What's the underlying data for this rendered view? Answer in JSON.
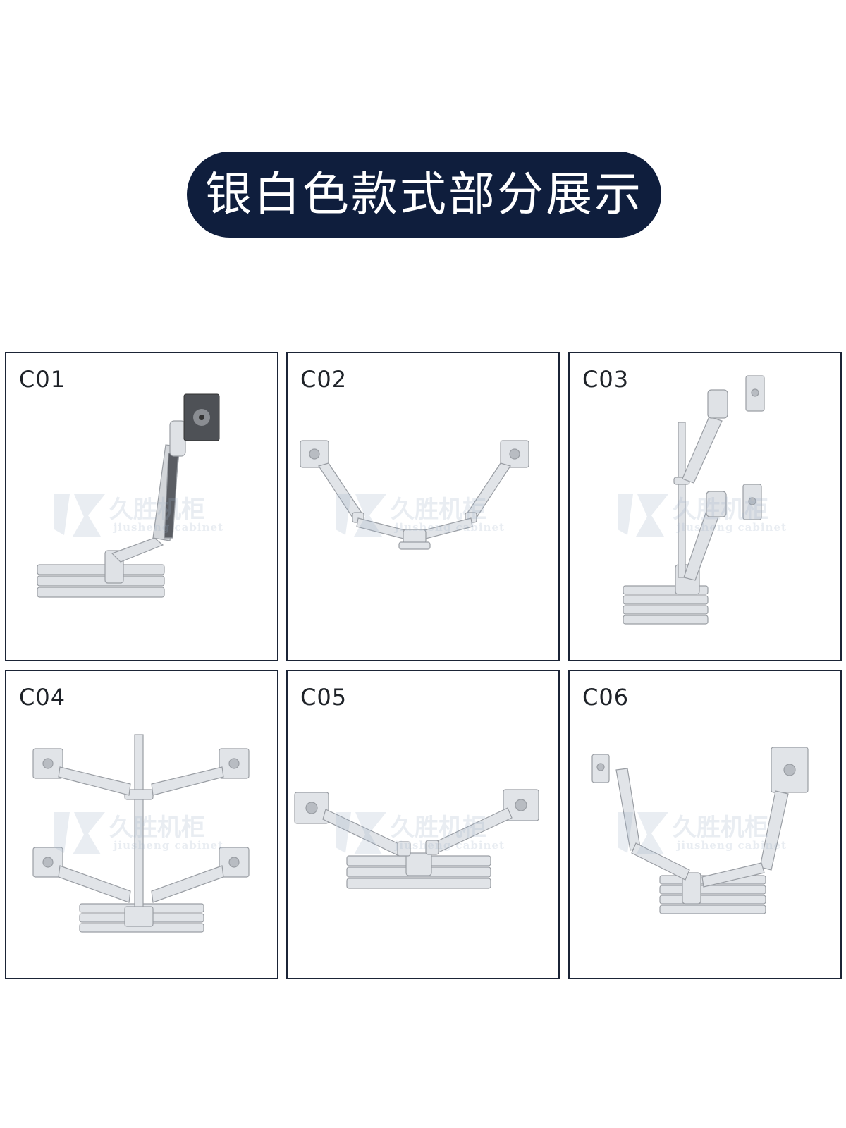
{
  "colors": {
    "pill_bg": "#0f1e3d",
    "pill_text": "#ffffff",
    "card_border": "#1b2436",
    "arm_metal": "#d7dade",
    "arm_dark": "#5a5d63",
    "watermark": "#9db0c8"
  },
  "header": {
    "title": "银白色款式部分展示"
  },
  "watermark": {
    "cn": "久胜机柜",
    "en": "jiusheng cabinet"
  },
  "cards": [
    {
      "label": "C01"
    },
    {
      "label": "C02"
    },
    {
      "label": "C03"
    },
    {
      "label": "C04"
    },
    {
      "label": "C05"
    },
    {
      "label": "C06"
    }
  ]
}
